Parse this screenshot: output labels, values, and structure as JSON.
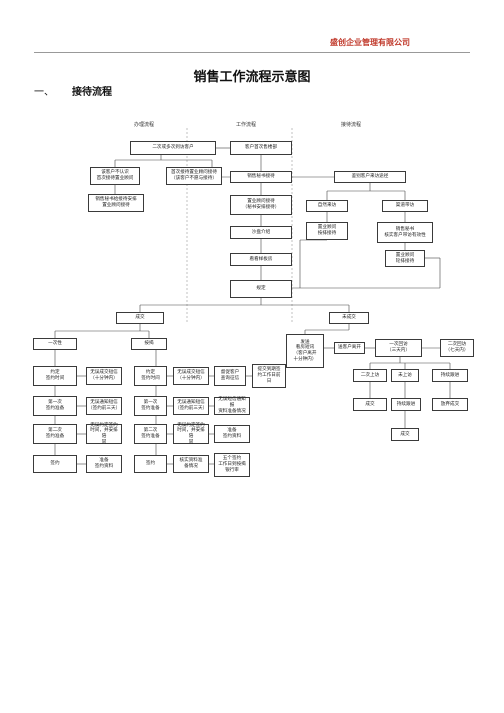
{
  "header": {
    "company": "盛创企业管理有限公司"
  },
  "doc_title": "销售工作流程示意图",
  "section": {
    "number": "一、",
    "title": "接待流程"
  },
  "columns": {
    "left": "办理流程",
    "middle": "工作流程",
    "right": "接待流程"
  },
  "nodes": {
    "visit_again": "二次或多次到访客户",
    "repeat_client": "该客户不认识\n首次接待置业顾问",
    "first_time_receive": "首次接待置业顾问接待\n（该客户不愿与接待）",
    "secretary_arrange": "销售秘书给接待安排\n置业顾问接待",
    "customer_arrive": "客户首次售楼部",
    "secretary_receive": "销售秘书接待",
    "consultant_receive": "置业顾问接待\n（秘书安排接待）",
    "sandtable": "沙盘介绍",
    "sample_room": "看看样板房",
    "decide": "规定",
    "clarify_need": "鉴别客户来访途径",
    "natural_visit": "自然来访",
    "channel_visit": "渠道带访",
    "natural_handle": "置业顾问\n按排接待",
    "channel_handle": "销售秘书\n核实客户带访有效性",
    "channel_assign": "置业顾问\n轮排接待",
    "deal": "成交",
    "no_deal": "未成交",
    "one_time": "一次性",
    "mortgage": "按揭",
    "l_appt": "约定\n签约时间",
    "l_appt_note": "无误成交短信\n（十分钟内）",
    "l_sign1": "第一次\n签约准备",
    "l_sign1_note": "无误通知短信\n（签约前三天）",
    "l_sign2": "第二次\n签约准备",
    "l_sign2_note": "无误约定签约\n时间，并安排陪\n同",
    "l_sign": "签约",
    "l_prep": "准备\n签约资料",
    "m_appt": "约定\n签约时间",
    "m_appt_note": "无误成交短信\n（十分钟内）",
    "m_check": "督促客户\n查询征信",
    "m_docs": "提交到期签\n约工作日前\n日",
    "m_sign1": "第一次\n签约准备",
    "m_sign1_note": "无误通知短信\n（签约前三天）",
    "m_sign1_extra": "无误短信通知报\n资料准备情况",
    "m_sign2": "第二次\n签约准备",
    "m_sign2_note": "无误约定签约\n时间，并安排陪\n同",
    "m_sign2_prep": "准备\n签约资料",
    "m_sign": "签约",
    "m_sign_note": "核实资料准\n备情况",
    "m_sign_extra": "五个签约\n工作日到按揭\n银行审",
    "u_send": "发送\n看房短讯\n（客户离开\n十分钟内）",
    "u_followup": "送客户离开",
    "u_return2": "一次回访\n（三天内）",
    "u_return3": "二次回访\n（七天内）",
    "u_c1": "二次上访",
    "u_c2": "未上访",
    "u_c3": "持续跟进",
    "u_d1": "成交",
    "u_d2": "持续跟进",
    "u_d3": "放弃成交",
    "u_e2": "成交"
  }
}
